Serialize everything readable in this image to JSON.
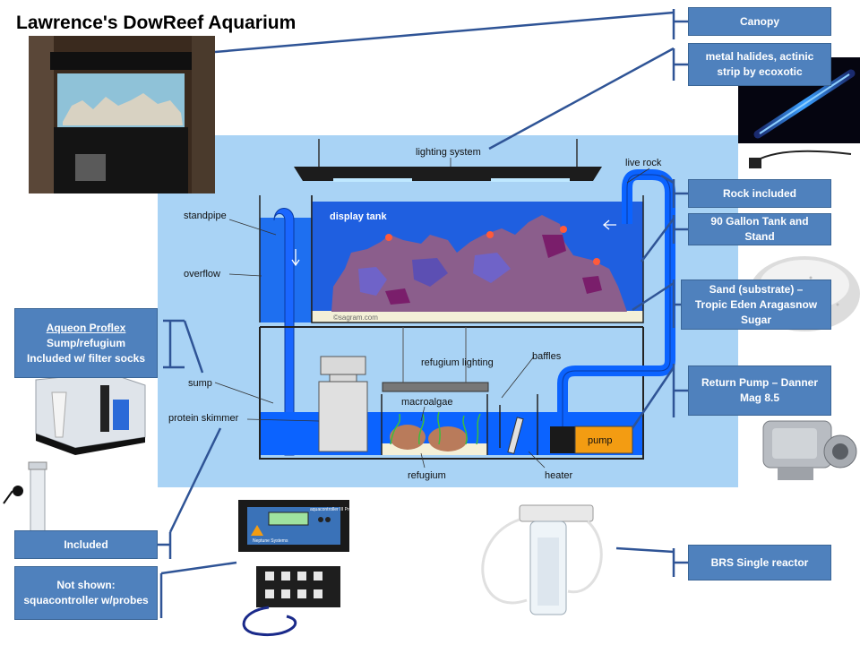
{
  "title": "Lawrence's DowReef Aquarium",
  "callouts": {
    "canopy": "Canopy",
    "lighting_line1": "metal halides, actinic",
    "lighting_line2": "strip by ecoxotic",
    "rock": "Rock included",
    "tank_line1": "90 Gallon Tank and",
    "tank_line2": "Stand",
    "sand_line1": "Sand (substrate) –",
    "sand_line2": "Tropic Eden Aragasnow",
    "sand_line3": "Sugar",
    "pump_line1": "Return Pump – Danner",
    "pump_line2": "Mag 8.5",
    "sump_link": "Aqueon Proflex",
    "sump_line1": "Sump/refugium",
    "sump_line2": "Included w/ filter socks",
    "skimmer": "Included",
    "controller_line1": "Not shown:",
    "controller_line2": "squacontroller w/probes",
    "reactor": "BRS Single reactor"
  },
  "diagram": {
    "lighting_system": "lighting system",
    "live_rock": "live rock",
    "standpipe": "standpipe",
    "display_tank": "display tank",
    "overflow": "overflow",
    "sump": "sump",
    "refugium_lighting": "refugium lighting",
    "baffles": "baffles",
    "macroalgae": "macroalgae",
    "protein_skimmer": "protein skimmer",
    "pump": "pump",
    "refugium": "refugium",
    "heater": "heater",
    "credit": "©sagram.com"
  },
  "controller_device": {
    "brand": "Neptune Systems",
    "model": "aquacontroller III Pro"
  },
  "colors": {
    "callout_box": "#4f81bd",
    "diagram_bg": "#a9d3f5",
    "water": "#0066ff",
    "display_water": "#1f5fe0",
    "rock": "#8b5e8c",
    "pump": "#f39c12"
  }
}
